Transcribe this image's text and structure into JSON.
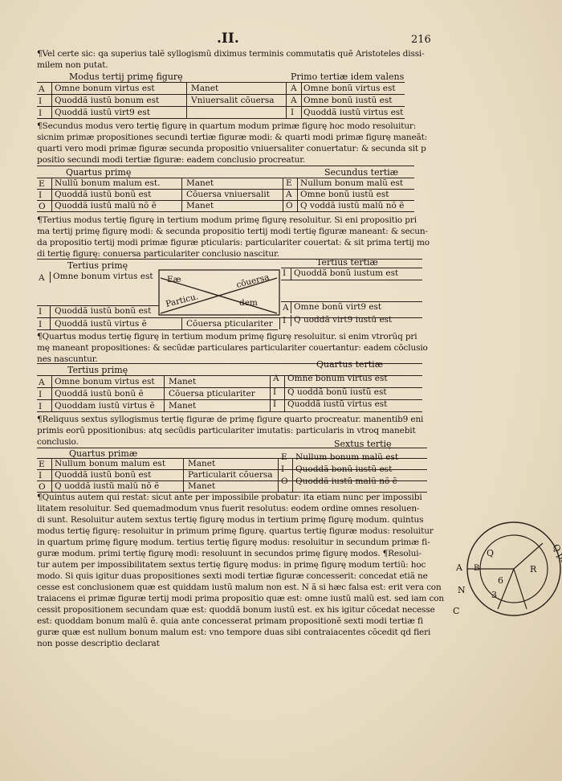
{
  "header": {
    "section": ".II.",
    "page_number": "216"
  },
  "paragraphs": [
    "¶Vel certe sic: qa superius talẽ syllogismũ diximus terminis commutatis quẽ Aristoteles dissi-",
    "milem non putat.",
    "¶Secundus modus vero tertię figurę in quartum modum primæ figurę hoc modo resoluitur:",
    "sicnim primæ propositiones secundi tertiæ figuræ modi: & quarti modi primæ figurę maneãt:",
    "quarti vero modi primæ figuræ secunda propositio vniuersaliter conuertatur: & secunda sit p",
    "positio secundi modi tertiæ figuræ: eadem conclusio procreatur.",
    "¶Tertius modus tertię figurę in tertium modum primę figurę resoluitur. Si eni propositio pri",
    "ma tertij primę figurę modi: & secunda propositio tertij modi tertię figuræ maneant: & secun-",
    "da propositio tertij modi primæ figuræ pticularis: particulariter couertat: & sit prima tertij mo",
    "di tertię figurę: conuersa particulariter conclusio nascitur.",
    "¶Quartus modus tertię figurę in tertium modum primę figurę resoluitur. si enim vtrorũq pri",
    "mę maneant propositiones: & secũdæ particulares particulariter couertantur: eadem cõclusio",
    "nes nascuntur.",
    "¶Reliquus sextus syllogismus tertię figuræ de primę figure quarto procreatur. manentib9 eni",
    "primis eorũ ppositionibus: atq secũdis particulariter imutatis: particularis in vtroq manebit",
    "conclusio.",
    "¶Quintus autem qui restat: sicut ante per impossibile probatur: ita etiam nunc per impossibi",
    "litatem resoluitur. Sed quemadmodum vnus fuerit resolutus: eodem ordine omnes resoluen-",
    "di sunt. Resoluitur autem sextus tertię figurę modus in tertium primę figurę modum. quintus",
    "modus tertię figurę: resoluitur in primum primę figurę. quartus tertię figuræ modus: resoluitur",
    "in quartum primę figurę modum. tertius tertię figurę modus: resoluitur in secundum primæ fi-",
    "guræ modum. primi tertię figurę modi: resoluunt in secundos primę figurę modos. ¶Resolui-",
    "tur autem per impossibilitatem sextus tertię figurę modus: in primę figurę modum tertiũ: hoc",
    "modo. Si quis igitur duas propositiones sexti modi tertiæ figuræ concesserit: concedat etiã ne",
    "cesse est conclusionem quæ est quiddam iustũ malum non est. N ã si hæc falsa est: erit vera con",
    "traiacens ei primæ figuræ tertij modi prima propositio quæ est: omne iustũ malũ est. sed iam con",
    "cessit propositionem secundam quæ est: quoddã bonum iustũ est. ex his igitur cõcedat necesse",
    "est: quoddam bonum malũ ẽ. quia ante concesserat primam propositionẽ sexti modi tertiæ fi",
    "guræ quæ est nullum bonum malum est: vno tempore duas sibi contraiacentes cõcedit qd fieri",
    "non posse descriptio declarat"
  ],
  "table1": {
    "left_caption": "Modus tertij primę figurę",
    "right_caption": "Primo tertiæ idem valens",
    "rows": [
      {
        "l": "A",
        "a": "Omne bonum virtus est",
        "m": "Manet",
        "r": "A",
        "b": "Omne bonũ virtus est"
      },
      {
        "l": "I",
        "a": "Quoddã iustũ bonum est",
        "m": "Vniuersalit cõuersa",
        "r": "A",
        "b": "Omne bonũ iustũ est"
      },
      {
        "l": "I",
        "a": "Quoddã iustũ virt9 est",
        "m": "",
        "r": "I",
        "b": "Quoddã iustũ virtus est"
      }
    ]
  },
  "table2": {
    "left_caption": "Quartus primę",
    "right_caption": "Secundus tertiæ",
    "rows": [
      {
        "l": "E",
        "a": "Nullũ bonum malum est.",
        "m": "Manet",
        "r": "E",
        "b": "Nullum bonum malũ est"
      },
      {
        "l": "I",
        "a": "Quoddã iustũ bonũ est",
        "m": "Cõuersa vniuersalit",
        "r": "A",
        "b": "Omne bonũ iustũ est"
      },
      {
        "l": "O",
        "a": "Quoddã iustũ malũ nõ ẽ",
        "m": "Manet",
        "r": "O",
        "b": "Q voddã iustũ malũ nõ ẽ"
      }
    ]
  },
  "table3": {
    "left_caption": "Tertius primę",
    "right_caption": "Tertius tertiæ",
    "left_rows": [
      {
        "l": "A",
        "a": "Omne bonum virtus est"
      },
      {
        "l": "I",
        "a": "Quoddã iustũ bonũ est"
      },
      {
        "l": "I",
        "a": "Quoddã iustũ virtus ẽ"
      }
    ],
    "right_rows": [
      {
        "l": "I",
        "b": "Quoddã bonũ iustum est"
      },
      {
        "l": "A",
        "b": "Omne bonũ virt9 est"
      },
      {
        "l": "I",
        "b": "Q uoddã virt9 iustũ est"
      }
    ],
    "diagram_labels": [
      "Eæ",
      "cõuersa",
      "Particu.",
      "dem"
    ],
    "bottom_middle": "Cõuersa pticulariter"
  },
  "table4": {
    "left_caption": "Tertius primę",
    "right_caption": "Quartus tertiæ",
    "rows": [
      {
        "l": "A",
        "a": "Omne bonum virtus est",
        "m": "Manet",
        "r": "A",
        "b": "Omne bonum virtus est"
      },
      {
        "l": "I",
        "a": "Quoddã iustũ bonũ ẽ",
        "m": "Cõuersa pticulariter",
        "r": "I",
        "b": "Q uoddã bonũ iustũ est"
      },
      {
        "l": "I",
        "a": "Quoddam iustũ virtus ẽ",
        "m": "Manet",
        "r": "I",
        "b": "Quoddã iustũ virtus est"
      }
    ]
  },
  "table5": {
    "left_caption": "Quartus primæ",
    "right_caption": "Sextus tertię",
    "rows": [
      {
        "l": "E",
        "a": "Nullum bonum malum est",
        "m": "Manet",
        "r": "E",
        "b": "Nullum bonum malũ est"
      },
      {
        "l": "I",
        "a": "Quoddã iustũ bonũ est",
        "m": "Particularit cõuersa",
        "r": "I",
        "b": "Quoddã bonũ iustũ est"
      },
      {
        "l": "O",
        "a": "Q uoddã iustũ malũ nõ ẽ",
        "m": "Manet",
        "r": "O",
        "b": "Quoddã iustũ malũ nõ ẽ"
      }
    ]
  },
  "circle_figure": {
    "letters": [
      "A",
      "Q",
      "B",
      "6",
      "3",
      "R",
      "N",
      "C"
    ],
    "rim_text": "Q pte"
  }
}
